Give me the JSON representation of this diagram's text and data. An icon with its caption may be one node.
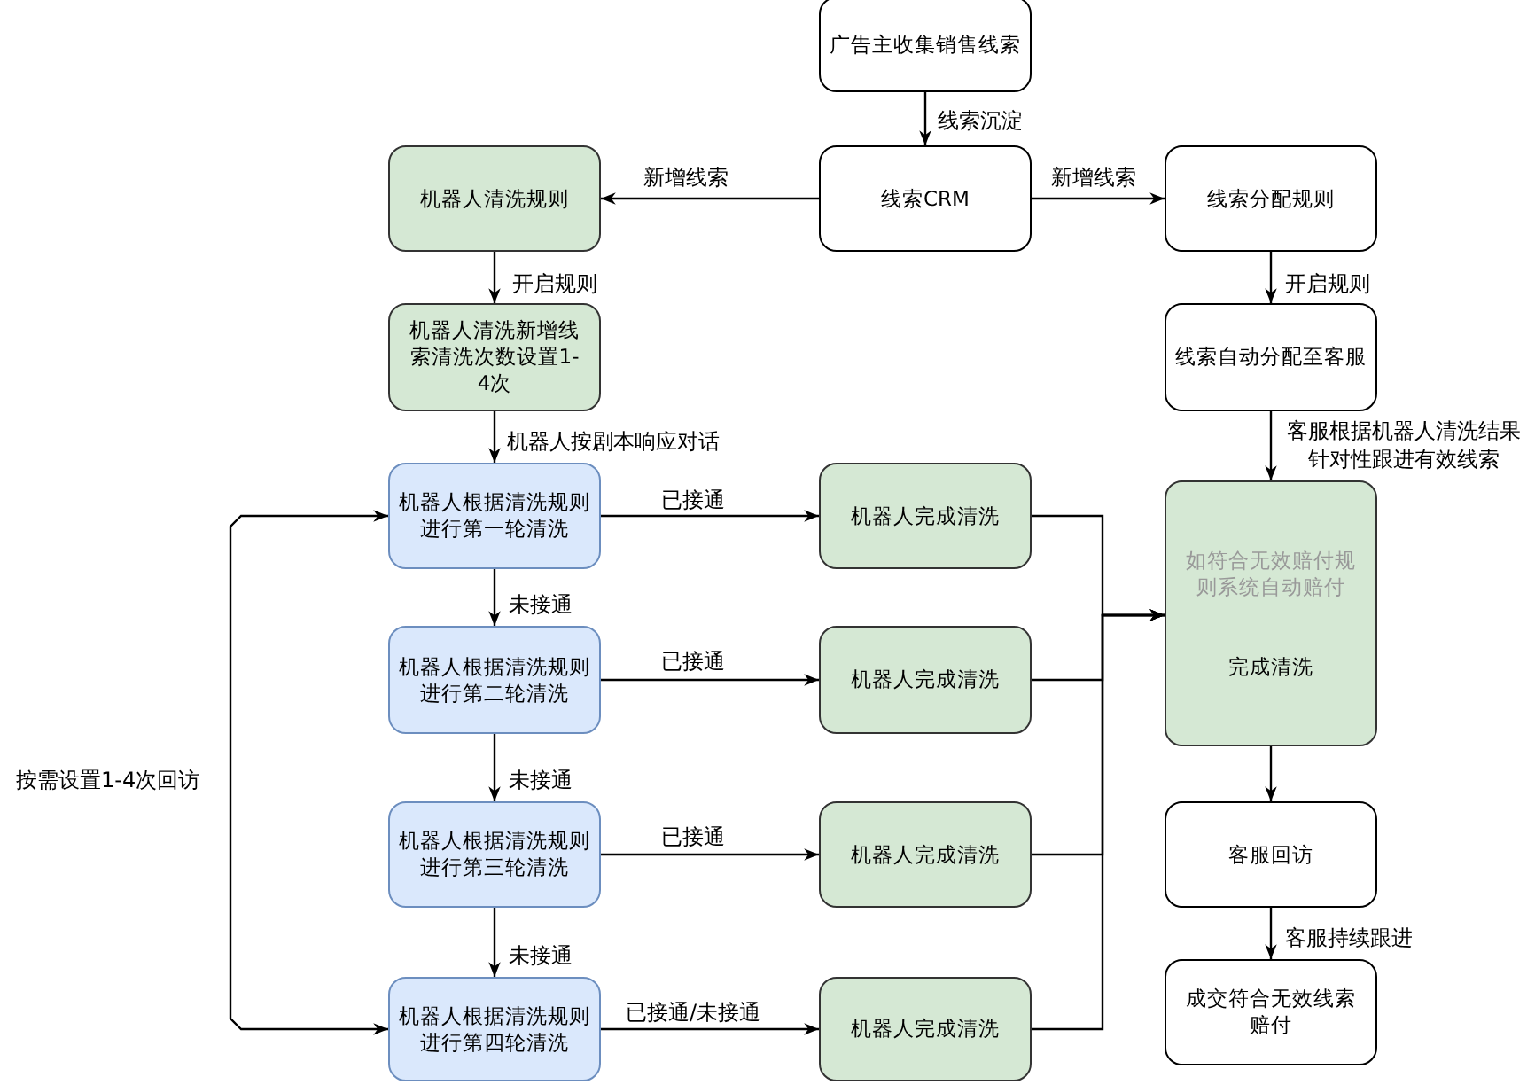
{
  "diagram": {
    "nodes": [
      {
        "text": [
          "广告主收集销售线索"
        ]
      },
      {
        "text": [
          "线索CRM"
        ]
      },
      {
        "text": [
          "机器人清洗规则"
        ]
      },
      {
        "text": [
          "线索分配规则"
        ]
      },
      {
        "text": [
          "机器人清洗新增线索清洗次数设置1-4次"
        ]
      },
      {
        "text": [
          "线索自动分配至客服"
        ]
      },
      {
        "text": [
          "机器人根据清洗规则进行第一轮清洗"
        ]
      },
      {
        "text": [
          "机器人完成清洗"
        ]
      },
      {
        "text": [
          "机器人根据清洗规则进行第二轮清洗"
        ]
      },
      {
        "text": [
          "机器人完成清洗"
        ]
      },
      {
        "text": [
          "机器人根据清洗规则进行第三轮清洗"
        ]
      },
      {
        "text": [
          "机器人完成清洗"
        ]
      },
      {
        "text": [
          "机器人根据清洗规则进行第四轮清洗"
        ]
      },
      {
        "text": [
          "机器人完成清洗"
        ]
      },
      {
        "text": [
          "如符合无效赔付规则系统自动赔付",
          "完成清洗"
        ]
      },
      {
        "text": [
          "客服回访"
        ]
      },
      {
        "text": [
          "成交符合无效线索赔付"
        ]
      }
    ],
    "edges": [
      {
        "from": 0,
        "to": 1,
        "arrow": "to",
        "label": "线索沉淀"
      },
      {
        "from": 1,
        "to": 2,
        "arrow": "to",
        "label": "新增线索"
      },
      {
        "from": 1,
        "to": 3,
        "arrow": "to",
        "label": "新增线索"
      },
      {
        "from": 2,
        "to": 4,
        "arrow": "to",
        "label": "开启规则"
      },
      {
        "from": 3,
        "to": 5,
        "arrow": "to",
        "label": "开启规则"
      },
      {
        "from": 4,
        "to": 6,
        "arrow": "to",
        "label": "机器人按剧本响应对话"
      },
      {
        "from": 5,
        "to": 14,
        "arrow": "to",
        "label": "客服根据机器人清洗结果针对性跟进有效线索"
      },
      {
        "from": 6,
        "to": 7,
        "arrow": "to",
        "label": "已接通"
      },
      {
        "from": 6,
        "to": 8,
        "arrow": "to",
        "label": "未接通"
      },
      {
        "from": 8,
        "to": 9,
        "arrow": "to",
        "label": "已接通"
      },
      {
        "from": 8,
        "to": 10,
        "arrow": "to",
        "label": "未接通"
      },
      {
        "from": 10,
        "to": 11,
        "arrow": "to",
        "label": "已接通"
      },
      {
        "from": 10,
        "to": 12,
        "arrow": "to",
        "label": "未接通"
      },
      {
        "from": 12,
        "to": 13,
        "arrow": "to",
        "label": "已接通/未接通"
      },
      {
        "from": 7,
        "to": 14,
        "arrow": "to"
      },
      {
        "from": 9,
        "to": 14,
        "arrow": "to"
      },
      {
        "from": 11,
        "to": 14,
        "arrow": "to"
      },
      {
        "from": 13,
        "to": 14,
        "arrow": "to"
      },
      {
        "from": 14,
        "to": 15,
        "arrow": "to"
      },
      {
        "from": 15,
        "to": 16,
        "arrow": "to",
        "label": "客服持续跟进"
      },
      {
        "from": 6,
        "to": 12,
        "arrow": "both",
        "label": "按需设置1-4次回访"
      }
    ]
  }
}
